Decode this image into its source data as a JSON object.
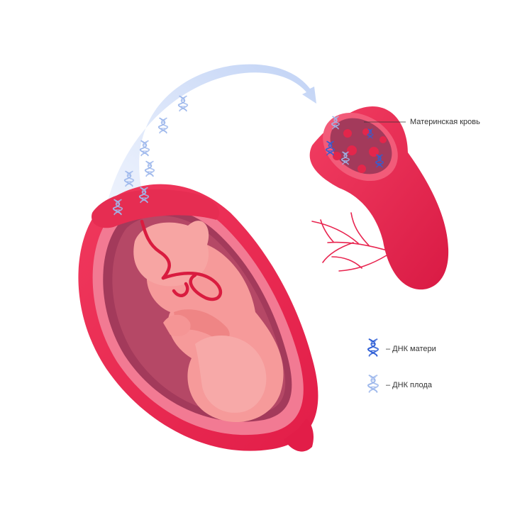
{
  "labels": {
    "maternal_blood": "Материнская кровь"
  },
  "legend": {
    "maternal_dna": "– ДНК матери",
    "fetal_dna": "– ДНК плода"
  },
  "colors": {
    "uterus": "#e8244f",
    "uterus_light": "#f04a6a",
    "amniotic_dark": "#a33a5b",
    "fetus": "#f69a9a",
    "fetus_shadow": "#ef8585",
    "cord": "#d91c3f",
    "placenta": "#e62d52",
    "vessel": "#e8244f",
    "blood_cell": "#e3264b",
    "maternal_dna": "#2f5fd6",
    "fetal_dna": "#9fb9ec",
    "arrow": "#c7d6f6"
  },
  "icons": {
    "maternal_dna": "dna-helix-icon",
    "fetal_dna": "dna-helix-icon"
  }
}
